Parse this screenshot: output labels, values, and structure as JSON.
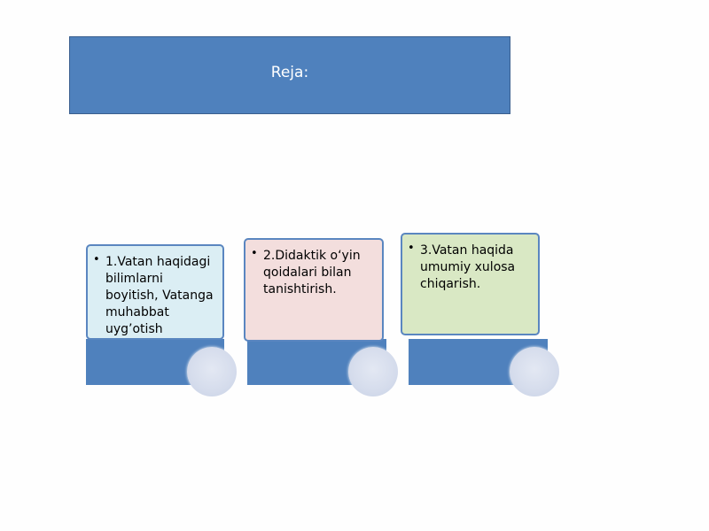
{
  "title": "Reja:",
  "steps": [
    {
      "text": "1.Vatan haqidagi bilimlarni boyitish, Vatanga muhabbat uyg’otish",
      "fill": "#dbeef4"
    },
    {
      "text": "2.Didaktik o‘yin qoidalari bilan tanishtirish.",
      "fill": "#f3dedd"
    },
    {
      "text": "3.Vatan haqida umumiy xulosa chiqarish.",
      "fill": "#d9e8c4"
    }
  ],
  "colors": {
    "accent": "#4f81bd"
  }
}
